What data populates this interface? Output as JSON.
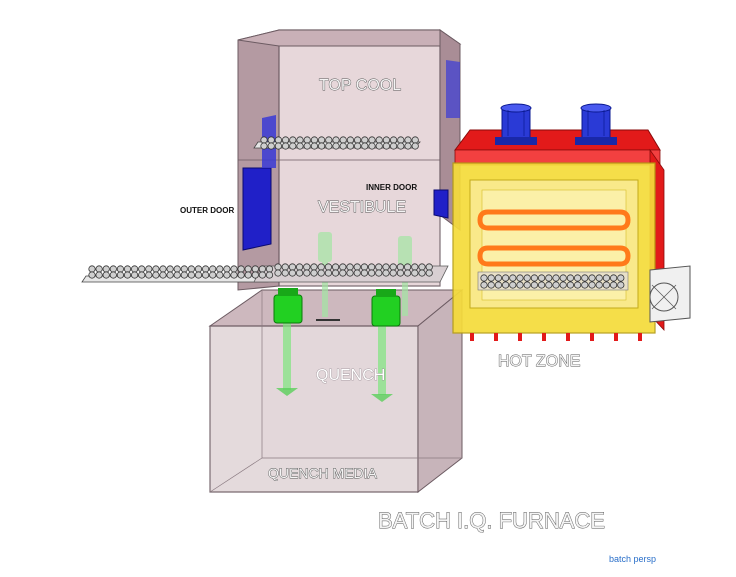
{
  "labels": {
    "top_cool": "TOP COOL",
    "vestibule": "VESTIBULE",
    "inner_door": "INNER DOOR",
    "outer_door": "OUTER DOOR",
    "hot_zone": "HOT ZONE",
    "quench": "QUENCH",
    "quench_media": "QUENCH MEDIA",
    "title": "BATCH I.Q. FURNACE"
  },
  "footer": {
    "caption": "batch persp"
  },
  "colors": {
    "chamber": "#dcc8cd",
    "chamber_dark": "#a78f97",
    "chamber_edge": "#6c5b62",
    "door": "#2020c8",
    "hot_zone": "#f5dc3a",
    "hot_zone_frame": "#e21a1a",
    "heater_element": "#ff7a1a",
    "agitator": "#1ed21e",
    "fan": "#2a3ad6"
  }
}
